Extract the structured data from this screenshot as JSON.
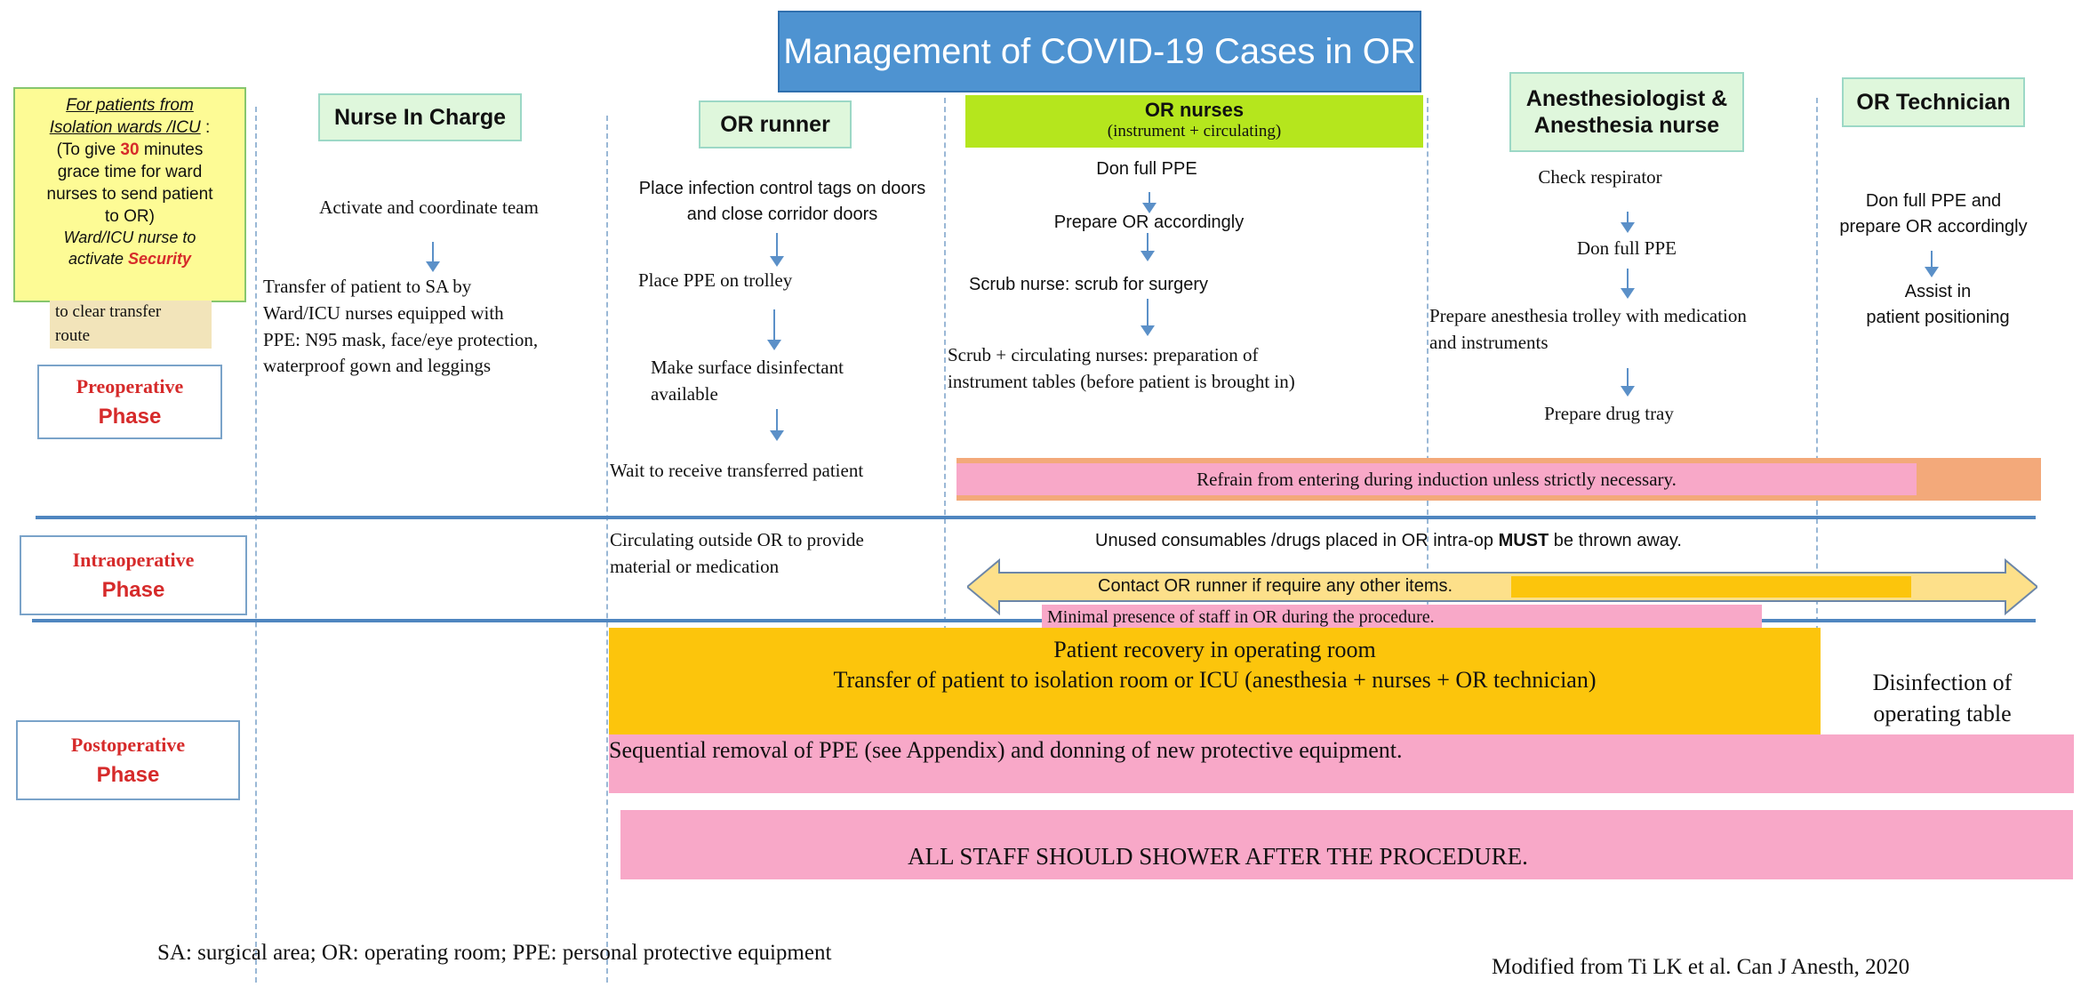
{
  "title": "Management of COVID-19 Cases in OR",
  "roles": {
    "nurse_in_charge": "Nurse In Charge",
    "or_runner": "OR runner",
    "or_nurses_title": "OR nurses",
    "or_nurses_sub": "(instrument + circulating)",
    "anesthesiologist_line1": "Anesthesiologist &",
    "anesthesiologist_line2": "Anesthesia nurse",
    "or_technician": "OR Technician"
  },
  "isolation_note": {
    "line1": "For patients from",
    "line2": "Isolation wards /ICU",
    "line2_suffix": " :",
    "line3_pre": "(To give ",
    "line3_num": "30",
    "line3_post": " minutes",
    "line4": "grace time for ward",
    "line5": "nurses to send patient",
    "line6": "to OR)",
    "line7": "Ward/ICU nurse to",
    "line8_pre": "activate ",
    "line8_security": "Security",
    "line9": "to clear transfer",
    "line10": "route"
  },
  "phases": {
    "pre_1": "Preoperative",
    "pre_2": "Phase",
    "intra_1": "Intraoperative",
    "intra_2": "Phase",
    "post_1": "Postoperative",
    "post_2": "Phase"
  },
  "nurse_in_charge_steps": {
    "step1": "Activate and coordinate team",
    "step2_l1": "Transfer of patient to SA by",
    "step2_l2": "Ward/ICU nurses equipped with",
    "step2_l3": "PPE: N95 mask, face/eye protection,",
    "step2_l4": "waterproof gown and leggings"
  },
  "or_runner_steps": {
    "step1_l1": "Place infection control tags on doors",
    "step1_l2": "and close corridor doors",
    "step2": "Place PPE on trolley",
    "step3_l1": "Make surface disinfectant",
    "step3_l2": "available",
    "step4": "Wait to receive transferred patient",
    "intra_l1": "Circulating outside OR to provide",
    "intra_l2": "material or medication"
  },
  "or_nurses_steps": {
    "step1": "Don full PPE",
    "step2": "Prepare OR accordingly",
    "step3": "Scrub nurse: scrub for surgery",
    "step4_l1": "Scrub + circulating nurses: preparation of",
    "step4_l2": "instrument tables (before patient is brought in)"
  },
  "anesthesia_steps": {
    "step1": "Check respirator",
    "step2": "Don full PPE",
    "step3_l1": "Prepare anesthesia trolley with medication",
    "step3_l2": "and instruments",
    "step4": "Prepare drug tray"
  },
  "technician_steps": {
    "step1_l1": "Don full PPE and",
    "step1_l2": "prepare OR accordingly",
    "step2_l1": "Assist in",
    "step2_l2": "patient positioning"
  },
  "banners": {
    "refrain": "Refrain from entering during induction unless strictly necessary.",
    "unused_pre": "Unused consumables /drugs placed in OR intra-op ",
    "unused_must": "MUST",
    "unused_post": " be thrown away.",
    "contact_runner": "Contact OR runner if require any other items.",
    "minimal_staff": "Minimal presence of staff in OR during the procedure.",
    "recovery_l1": "Patient recovery in operating room",
    "recovery_l2": "Transfer of patient to isolation room or ICU (anesthesia + nurses + OR technician)",
    "disinfection_l1": "Disinfection of",
    "disinfection_l2": "operating table",
    "ppe_removal": "Sequential removal of PPE (see Appendix) and donning of new protective equipment.",
    "shower": "ALL STAFF SHOULD SHOWER AFTER THE PROCEDURE."
  },
  "footnotes": {
    "abbreviations": "SA: surgical area; OR: operating room; PPE: personal protective equipment",
    "source": "Modified from Ti LK et al. Can J Anesth, 2020"
  },
  "colors": {
    "title_bg": "#4e93d1",
    "role_header_bg": "#dff7dc",
    "or_nurses_header_bg": "#b5e61d",
    "note_yellow": "#fdfb95",
    "refrain_orange": "#f3a97a",
    "pink": "#f8a8c8",
    "recovery_yellow": "#fcc50c",
    "phase_text": "#d62a2a",
    "divider_blue": "#4f86c0"
  }
}
